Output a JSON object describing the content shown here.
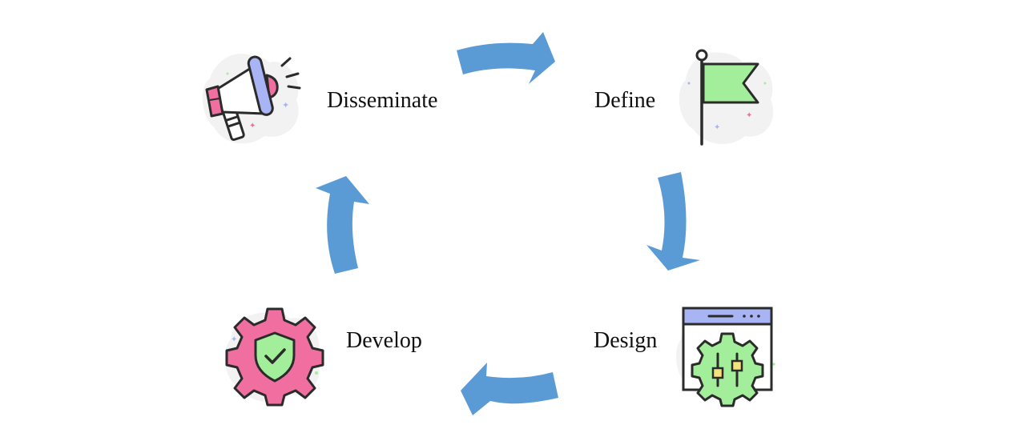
{
  "stages": {
    "disseminate": {
      "label": "Disseminate",
      "icon": "megaphone-icon"
    },
    "define": {
      "label": "Define",
      "icon": "flag-icon"
    },
    "design": {
      "label": "Design",
      "icon": "settings-window-icon"
    },
    "develop": {
      "label": "Develop",
      "icon": "gear-shield-icon"
    }
  },
  "colors": {
    "arrow": "#5B9BD5",
    "outline": "#2b2b2b",
    "pink": "#F06FA0",
    "green": "#A3EE9A",
    "lavender": "#A9B4F5",
    "yellow": "#F4E27A",
    "cloud": "#F2F2F2"
  }
}
